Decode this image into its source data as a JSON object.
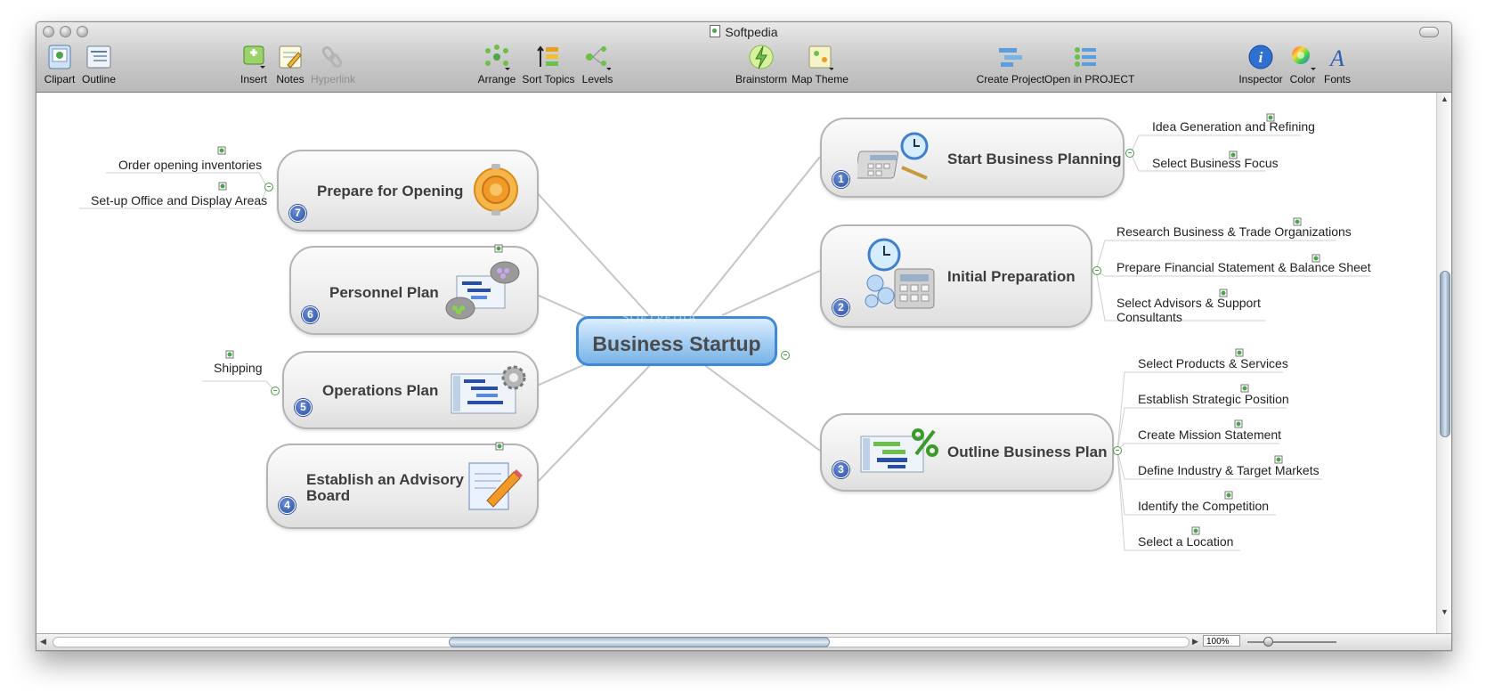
{
  "window": {
    "title": "Softpedia"
  },
  "toolbar": {
    "clipart": "Clipart",
    "outline": "Outline",
    "insert": "Insert",
    "notes": "Notes",
    "hyperlink": "Hyperlink",
    "arrange": "Arrange",
    "sort_topics": "Sort Topics",
    "levels": "Levels",
    "brainstorm": "Brainstorm",
    "map_theme": "Map Theme",
    "create_project": "Create Project",
    "open_in_project": "Open in PROJECT",
    "inspector": "Inspector",
    "color": "Color",
    "fonts": "Fonts"
  },
  "map": {
    "central": "Business Startup",
    "watermark": "SOFTPEDIA",
    "topics": [
      {
        "num": "1",
        "title": "Start Business Planning",
        "subtopics": [
          "Idea Generation and Refining",
          "Select Business Focus"
        ]
      },
      {
        "num": "2",
        "title": "Initial Preparation",
        "subtopics": [
          "Research Business & Trade Organizations",
          "Prepare Financial Statement & Balance Sheet",
          "Select Advisors & Support",
          "Consultants"
        ]
      },
      {
        "num": "3",
        "title": "Outline Business Plan",
        "subtopics": [
          "Select Products & Services",
          "Establish Strategic Position",
          "Create Mission Statement",
          "Define Industry & Target Markets",
          "Identify the Competition",
          "Select a Location"
        ]
      },
      {
        "num": "4",
        "title": "Establish an Advisory",
        "title2": "Board",
        "subtopics": []
      },
      {
        "num": "5",
        "title": "Operations Plan",
        "subtopics": [
          "Shipping"
        ]
      },
      {
        "num": "6",
        "title": "Personnel Plan",
        "subtopics": []
      },
      {
        "num": "7",
        "title": "Prepare for Opening",
        "subtopics": [
          "Order opening inventories",
          "Set-up Office and Display Areas"
        ]
      }
    ]
  },
  "status": {
    "zoom": "100%"
  }
}
